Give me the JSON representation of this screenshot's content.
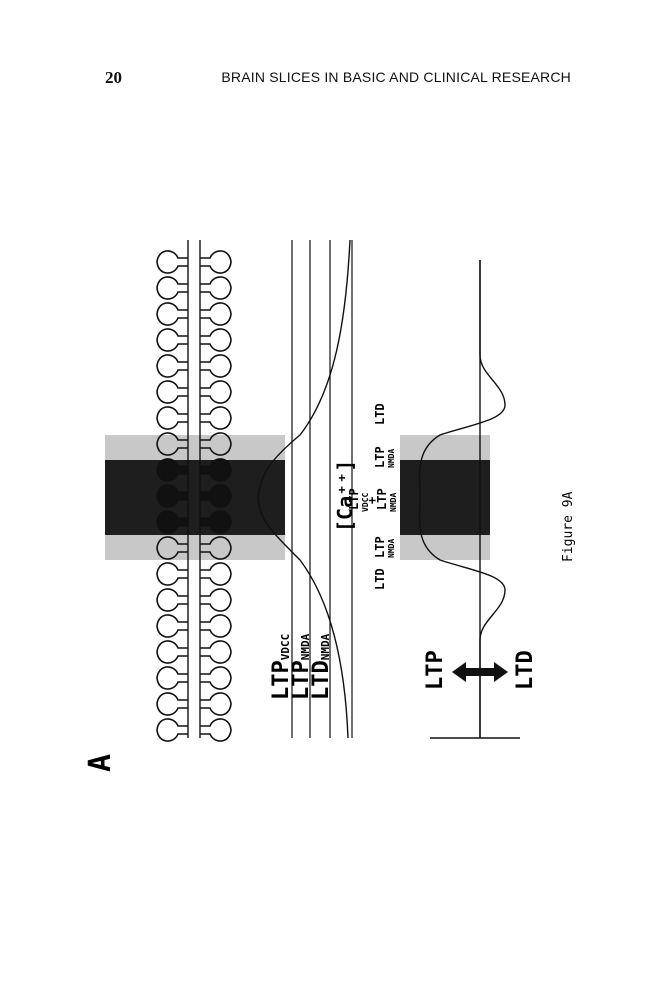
{
  "header": {
    "page_number": "20",
    "running_head": "BRAIN SLICES IN BASIC AND CLINICAL RESEARCH"
  },
  "figure": {
    "panel_label": "A",
    "caption": "Figure 9A",
    "threshold_labels": [
      {
        "main": "LTP",
        "sub": "VDCC"
      },
      {
        "main": "LTP",
        "sub": "NMDA"
      },
      {
        "main": "LTD",
        "sub": "NMDA"
      }
    ],
    "calcium_label": "[Ca⁺⁺]",
    "zone_labels": {
      "ltd_left": "LTD",
      "ltp_nmda_left": {
        "main": "LTP",
        "sub": "NMDA"
      },
      "center_top": {
        "main": "LTP",
        "sub": "VDCC"
      },
      "center_plus": "+",
      "center_bottom": {
        "main": "LTP",
        "sub": "NMDA"
      },
      "ltp_nmda_right": {
        "main": "LTP",
        "sub": "NMDA"
      },
      "ltd_right": "LTD"
    },
    "axis_labels": {
      "up": "LTP",
      "down": "LTD"
    },
    "colors": {
      "ink": "#111111",
      "shade_light": "#c8c8c8",
      "shade_dark": "#1e1e1e"
    }
  }
}
